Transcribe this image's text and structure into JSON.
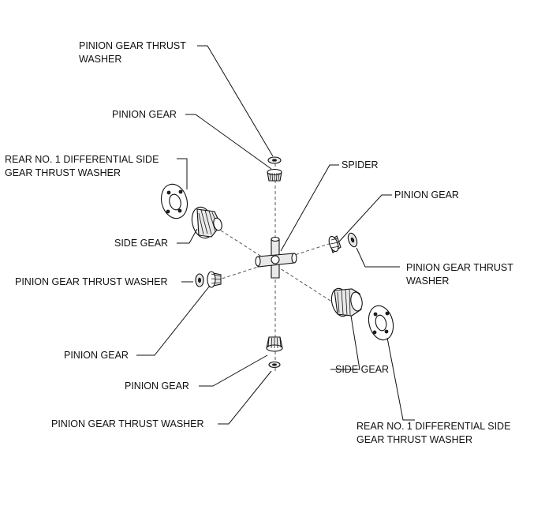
{
  "labels": {
    "top_washer": [
      "PINION GEAR THRUST",
      "WASHER"
    ],
    "top_pinion": "PINION GEAR",
    "left_side_washer": [
      "REAR NO. 1 DIFFERENTIAL SIDE",
      "GEAR THRUST WASHER"
    ],
    "left_side_gear": "SIDE GEAR",
    "spider": "SPIDER",
    "right_pinion": "PINION GEAR",
    "right_washer": [
      "PINION GEAR THRUST",
      "WASHER"
    ],
    "left_washer": "PINION GEAR THRUST WASHER",
    "left_pinion": "PINION GEAR",
    "right_side_gear": "SIDE GEAR",
    "bottom_pinion": "PINION GEAR",
    "bottom_washer": "PINION GEAR THRUST WASHER",
    "right_side_washer": [
      "REAR NO. 1 DIFFERENTIAL SIDE",
      "GEAR THRUST WASHER"
    ]
  },
  "colors": {
    "line": "#111111",
    "background": "#ffffff"
  }
}
